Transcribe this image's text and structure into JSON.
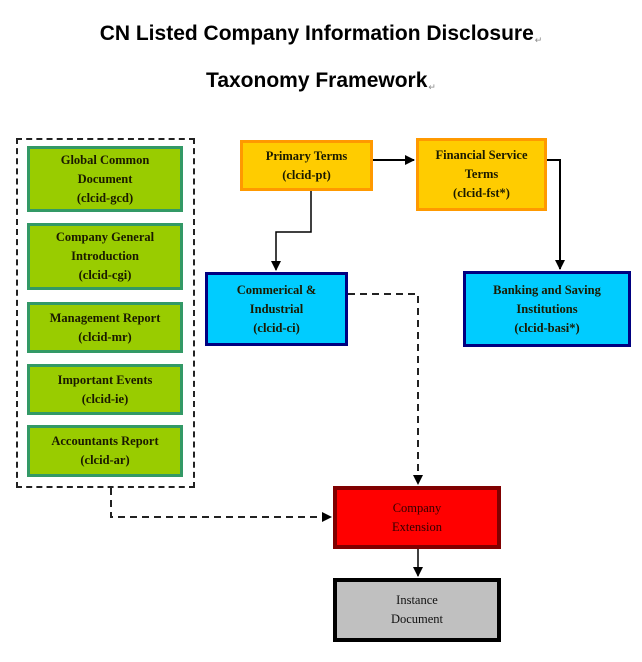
{
  "title": {
    "line1": "CN Listed Company Information Disclosure",
    "line2": "Taxonomy Framework",
    "paragraph_mark": "↵"
  },
  "common_group": {
    "label": "",
    "items": [
      {
        "name": "Global Common Document",
        "lines": [
          "Global Common",
          "Document"
        ],
        "code": "(clcid-gcd)"
      },
      {
        "name": "Company General Introduction",
        "lines": [
          "Company General",
          "Introduction"
        ],
        "code": "(clcid-cgi)"
      },
      {
        "name": "Management Report",
        "lines": [
          "Management Report"
        ],
        "code": "(clcid-mr)"
      },
      {
        "name": "Important Events",
        "lines": [
          "Important Events"
        ],
        "code": "(clcid-ie)"
      },
      {
        "name": "Accountants Report",
        "lines": [
          "Accountants Report"
        ],
        "code": "(clcid-ar)"
      }
    ]
  },
  "nodes": {
    "primary_terms": {
      "lines": [
        "Primary Terms"
      ],
      "code": "(clcid-pt)"
    },
    "financial_service_terms": {
      "lines": [
        "Financial Service",
        "Terms"
      ],
      "code": "(clcid-fst*)"
    },
    "commercial_industrial": {
      "lines": [
        "Commerical &",
        "Industrial"
      ],
      "code": "(clcid-ci)"
    },
    "banking_saving": {
      "lines": [
        "Banking and Saving",
        "Institutions"
      ],
      "code": "(clcid-basi*)"
    },
    "company_extension": {
      "lines": [
        "Company",
        "Extension"
      ]
    },
    "instance_document": {
      "lines": [
        "Instance",
        "Document"
      ]
    }
  },
  "edges": [
    {
      "from": "primary_terms",
      "to": "financial_service_terms",
      "style": "solid"
    },
    {
      "from": "primary_terms",
      "to": "commercial_industrial",
      "style": "solid"
    },
    {
      "from": "financial_service_terms",
      "to": "banking_saving",
      "style": "solid"
    },
    {
      "from": "commercial_industrial",
      "to": "company_extension",
      "style": "dashed"
    },
    {
      "from": "common_group",
      "to": "company_extension",
      "style": "dashed"
    },
    {
      "from": "company_extension",
      "to": "instance_document",
      "style": "solid"
    }
  ],
  "colors": {
    "common_fill": "#99cc00",
    "common_border": "#339966",
    "terms_fill": "#ffcc00",
    "terms_border": "#ff9900",
    "industry_fill": "#00ccff",
    "industry_border": "#000080",
    "extension_fill": "#ff0000",
    "extension_border": "#800000",
    "instance_fill": "#c0c0c0",
    "instance_border": "#000000"
  }
}
